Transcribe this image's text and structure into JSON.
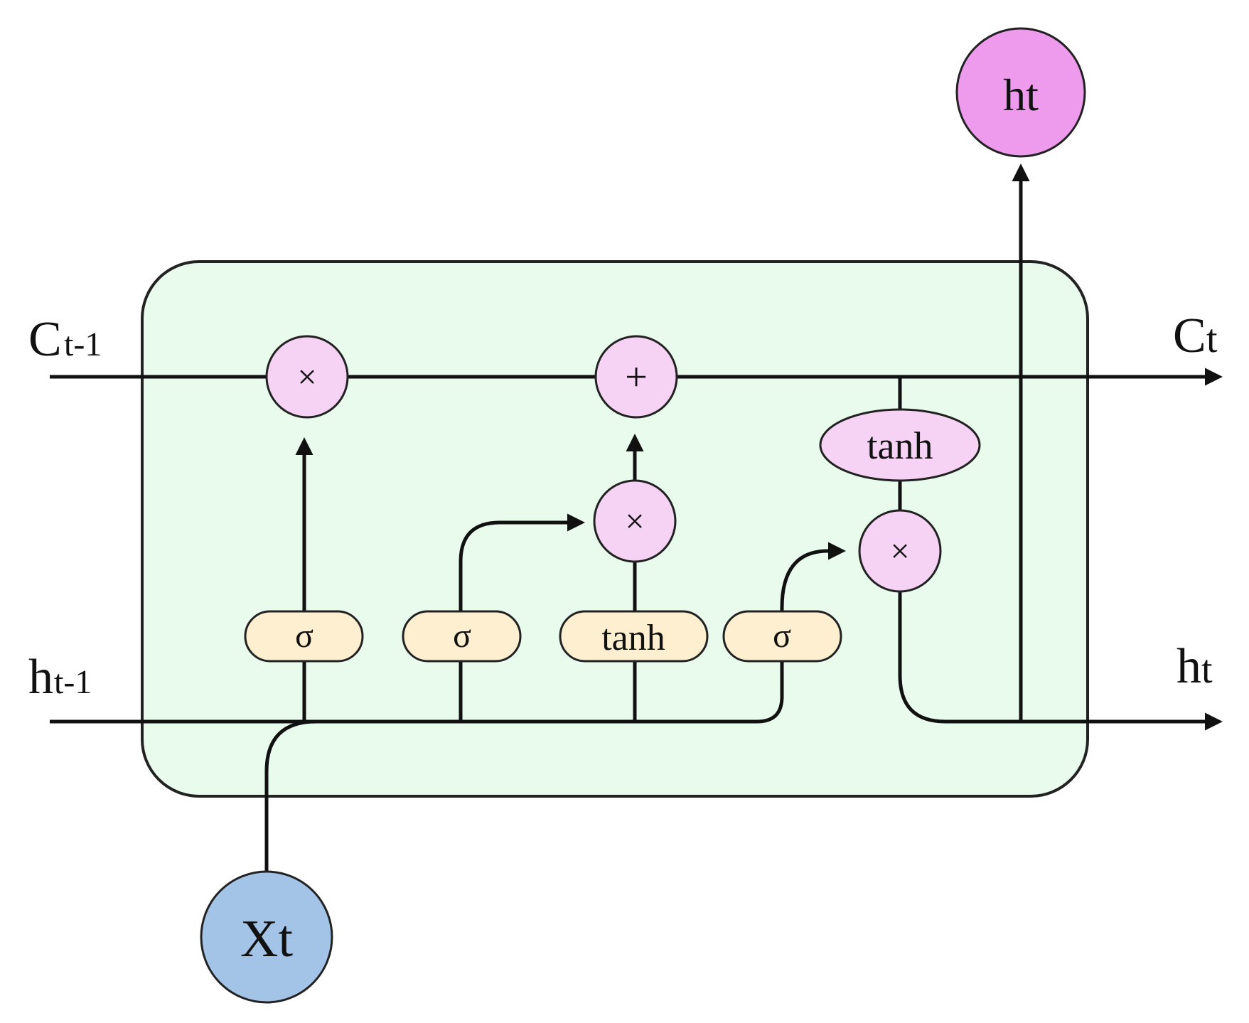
{
  "labels": {
    "c_prev": "C",
    "c_prev_sub": "t-1",
    "c_next": "C",
    "c_next_sub": "t",
    "h_prev": "h",
    "h_prev_sub": "t-1",
    "h_next": "h",
    "h_next_sub": "t",
    "h_out": "ht",
    "x_in": "Xt"
  },
  "ops": {
    "forget_mult": "×",
    "add": "+",
    "input_mult": "×",
    "output_mult": "×"
  },
  "gates": {
    "forget": "σ",
    "input": "σ",
    "candidate": "tanh",
    "output": "σ",
    "cell_tanh": "tanh"
  },
  "colors": {
    "cell_fill": "#e8fbec",
    "pink_op": "#f6d3f5",
    "yellow_gate": "#fdefcf",
    "output_node": "#ee9bee",
    "input_node": "#a4c4e7"
  }
}
